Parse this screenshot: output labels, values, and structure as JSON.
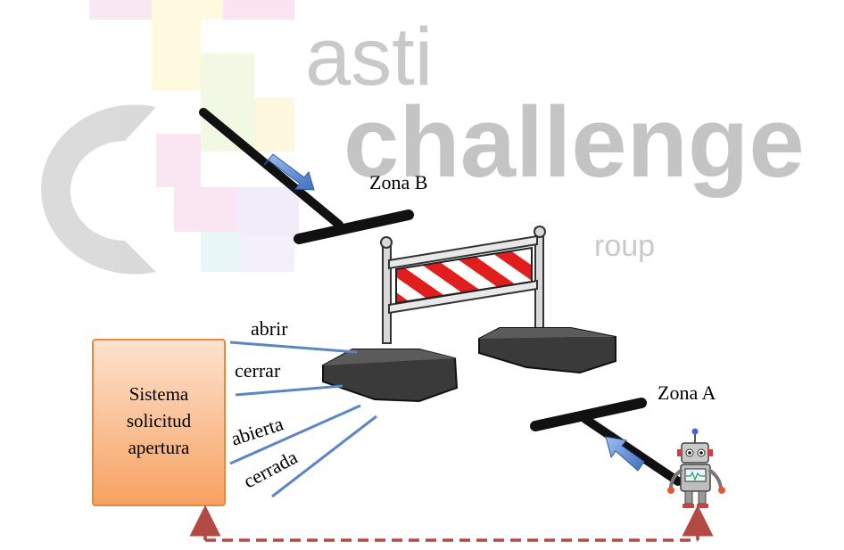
{
  "watermark": {
    "line1": "asti",
    "line2": "challenge",
    "line3": "roup"
  },
  "zones": {
    "zone_b": "Zona B",
    "zone_a": "Zona A"
  },
  "system_box": {
    "line1": "Sistema",
    "line2": "solicitud",
    "line3": "apertura"
  },
  "signals": {
    "open": "abrir",
    "close": "cerrar",
    "opened": "abierta",
    "closed": "cerrada"
  },
  "colors": {
    "box_fill_top": "#fde2cf",
    "box_fill_bottom": "#f7a161",
    "box_stroke": "#e9873a",
    "signal_line": "#5a86c5",
    "dashed_arrow": "#b24a43",
    "barrier_red": "#e21d1d",
    "arrow_blue": "#5f8fd6"
  }
}
